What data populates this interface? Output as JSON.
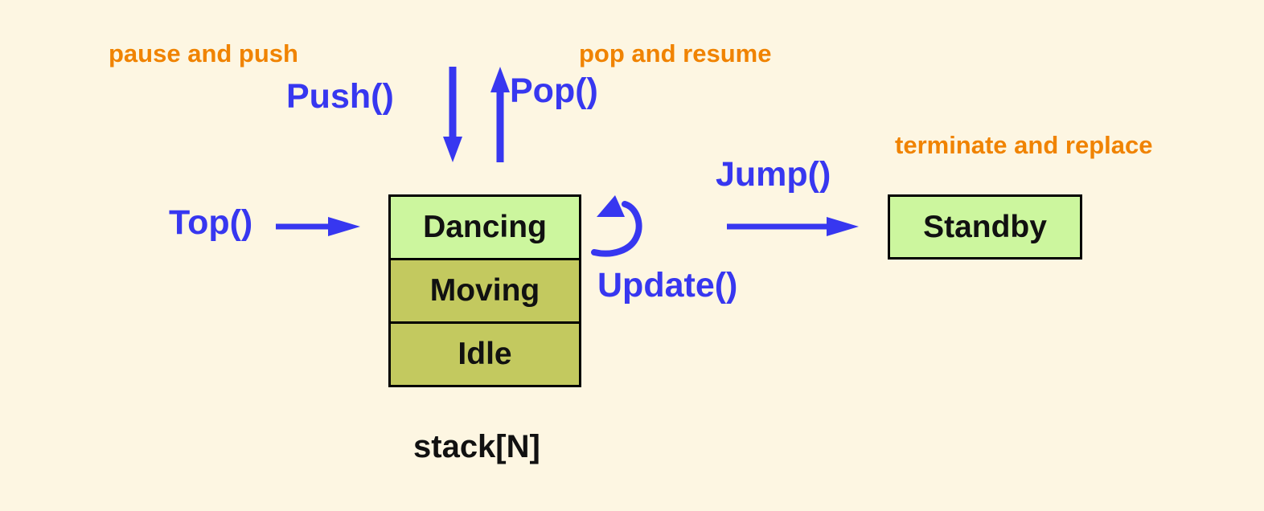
{
  "annotations": {
    "pause_and_push": "pause and push",
    "pop_and_resume": "pop and resume",
    "terminate_and_replace": "terminate and replace"
  },
  "functions": {
    "push": "Push()",
    "pop": "Pop()",
    "top": "Top()",
    "update": "Update()",
    "jump": "Jump()"
  },
  "stack": {
    "label": "stack[N]",
    "states": [
      {
        "name": "Dancing",
        "status": "active"
      },
      {
        "name": "Moving",
        "status": "paused"
      },
      {
        "name": "Idle",
        "status": "paused"
      }
    ]
  },
  "standby": {
    "label": "Standby"
  },
  "icons": {
    "push_arrow": "arrow-down",
    "pop_arrow": "arrow-up",
    "top_arrow": "arrow-right",
    "jump_arrow": "arrow-right",
    "update_arrow": "loop-counterclockwise"
  },
  "colors": {
    "background": "#fdf6e2",
    "blue": "#3737f0",
    "orange": "#f08300",
    "state-active": "#ccf69e",
    "state-paused": "#c3c95f",
    "line": "#000000",
    "text": "#111111"
  }
}
